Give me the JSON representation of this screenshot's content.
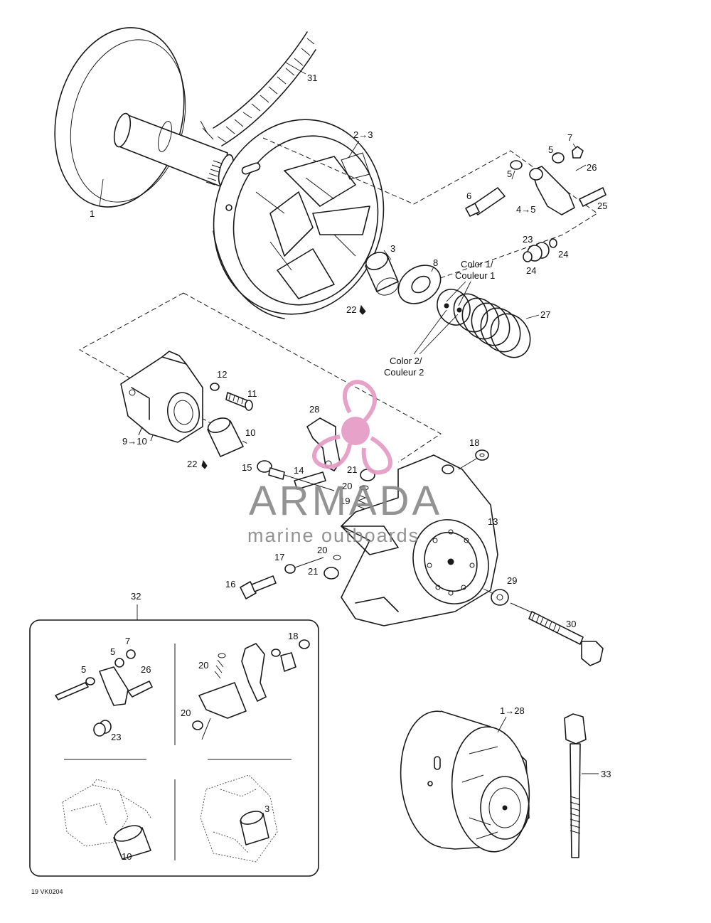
{
  "callouts": {
    "c1": "1",
    "c2to3": "2→3",
    "c31": "31",
    "c3": "3",
    "c8": "8",
    "c22a": "22",
    "c22b": "22",
    "c7": "7",
    "c5a": "5",
    "c5b": "5",
    "c26": "26",
    "c6": "6",
    "c4to5": "4→5",
    "c25": "25",
    "c23": "23",
    "c24a": "24",
    "c24b": "24",
    "c27": "27",
    "c12": "12",
    "c11": "11",
    "c9to10": "9→10",
    "c10": "10",
    "c28": "28",
    "c15": "15",
    "c14": "14",
    "c21a": "21",
    "c20a": "20",
    "c19": "19",
    "c18": "18",
    "c13": "13",
    "c17": "17",
    "c20b": "20",
    "c21b": "21",
    "c16": "16",
    "c29": "29",
    "c30": "30",
    "c32": "32",
    "c1to28": "1→28",
    "c33": "33"
  },
  "color_notes": {
    "color1_line1": "Color 1/",
    "color1_line2": "Couleur 1",
    "color2_line1": "Color 2/",
    "color2_line2": "Couleur 2"
  },
  "inset": {
    "c7": "7",
    "c5a": "5",
    "c5b": "5",
    "c26": "26",
    "c23": "23",
    "c18": "18",
    "c20a": "20",
    "c20b": "20",
    "c10": "10",
    "c3": "3"
  },
  "footer": {
    "drawing_code": "19 VK0204"
  },
  "watermark": {
    "brand": "ARMADA",
    "tagline": "marine outboards",
    "pink": "#e49bc5",
    "gray": "#8a8a8a"
  }
}
